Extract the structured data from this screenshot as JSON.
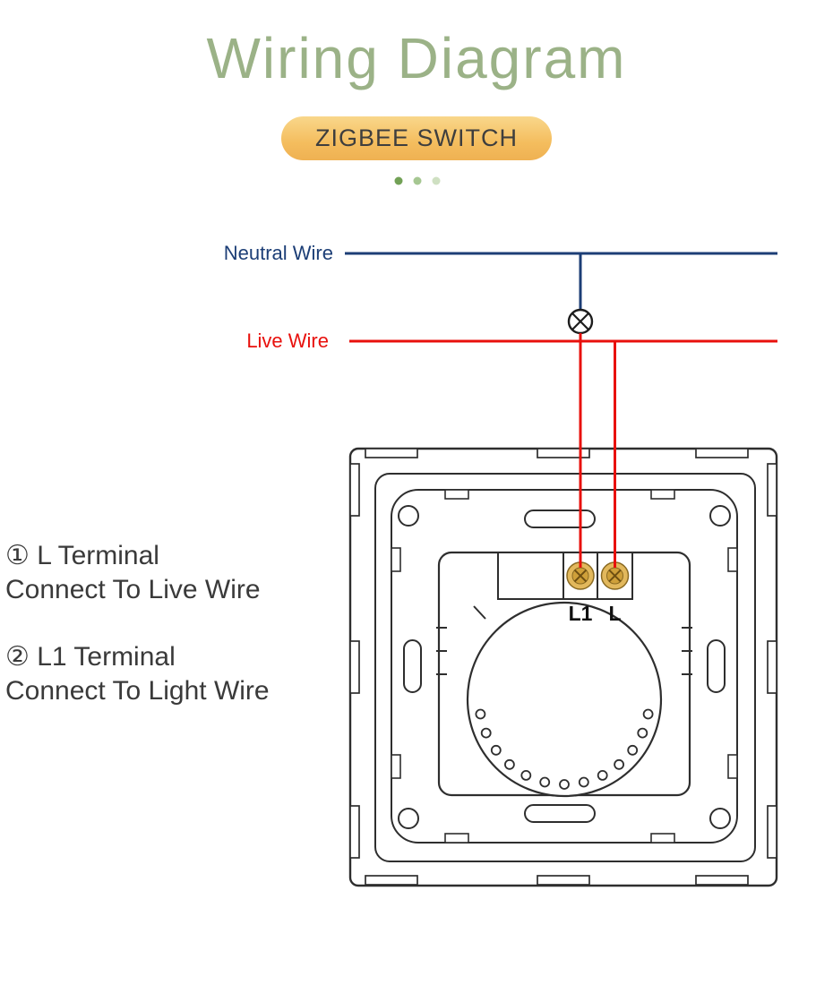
{
  "title": "Wiring Diagram",
  "badge": {
    "label": "ZIGBEE SWITCH"
  },
  "carousel_dots": {
    "colors": [
      "#72a156",
      "#a6c792",
      "#cfe0c2"
    ]
  },
  "wire_labels": {
    "neutral": "Neutral Wire",
    "live": "Live Wire"
  },
  "terminals": {
    "l1": "L1",
    "l": "L"
  },
  "notes": [
    {
      "line1": "① L Terminal",
      "line2": "Connect To Live Wire"
    },
    {
      "line1": "② L1 Terminal",
      "line2": "Connect To Light Wire"
    }
  ],
  "colors": {
    "title": "#9bb287",
    "badge_bg": "#f5c169",
    "neutral_wire": "#1c3e76",
    "live_wire": "#e8100c",
    "outline": "#2e2e2e",
    "terminal_screw": "#e2b85c"
  }
}
